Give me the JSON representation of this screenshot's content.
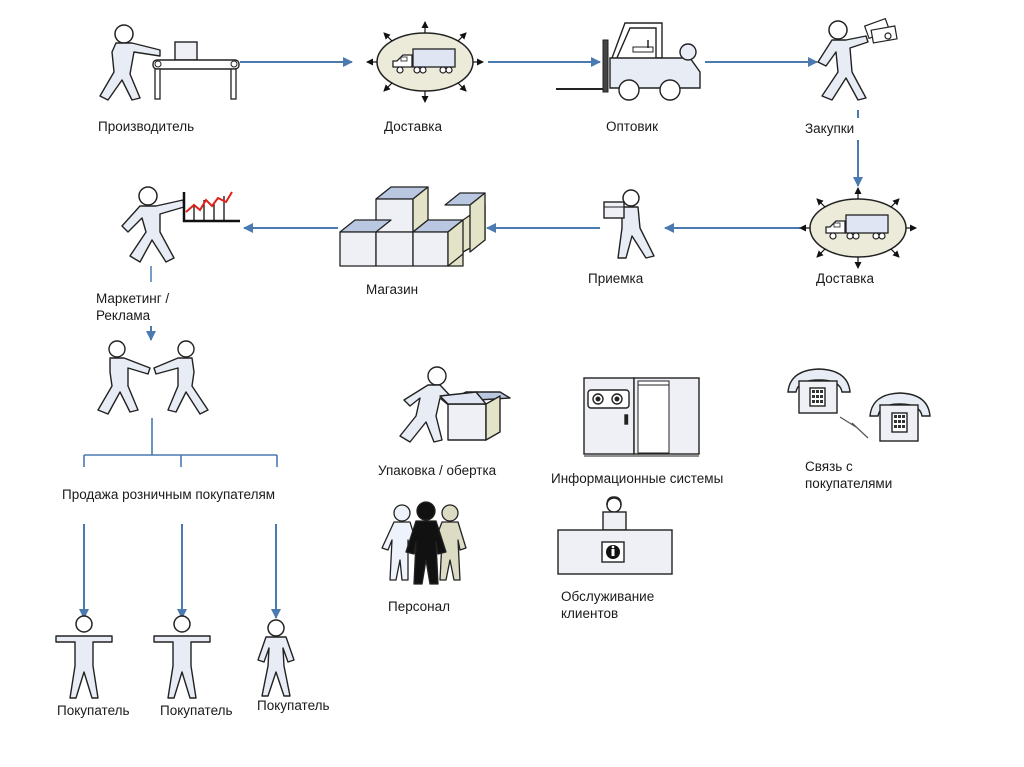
{
  "diagram": {
    "type": "process-flow",
    "colors": {
      "arrow": "#4a7ab0",
      "figure_fill": "#e8ecf5",
      "figure_stroke": "#2a2a2a",
      "ellipse_fill": "#ecebd9",
      "box_top": "#b9c7e0",
      "box_side": "#e3e3c8",
      "chart_line": "#e0201a"
    },
    "nodes": {
      "producer": {
        "label": "Производитель",
        "icon": "worker-conveyor-icon"
      },
      "delivery1": {
        "label": "Доставка",
        "icon": "truck-hub-icon"
      },
      "wholesaler": {
        "label": "Оптовик",
        "icon": "forklift-icon"
      },
      "purchasing": {
        "label": "Закупки",
        "icon": "person-money-icon"
      },
      "delivery2": {
        "label": "Доставка",
        "icon": "truck-hub-icon"
      },
      "receiving": {
        "label": "Приемка",
        "icon": "person-carrying-box-icon"
      },
      "store": {
        "label": "Магазин",
        "icon": "stacked-boxes-icon"
      },
      "marketing": {
        "line1": "Маркетинг /",
        "line2": "Реклама",
        "icon": "person-chart-icon"
      },
      "retail": {
        "label": "Продажа розничным покупателям",
        "icon": "handshake-people-icon"
      },
      "customers": [
        {
          "label": "Покупатель",
          "icon": "customer-icon"
        },
        {
          "label": "Покупатель",
          "icon": "customer-icon"
        },
        {
          "label": "Покупатель",
          "icon": "customer-icon"
        }
      ],
      "packaging": {
        "label": "Упаковка / обертка",
        "icon": "person-packing-box-icon"
      },
      "info_systems": {
        "label": "Информационные системы",
        "icon": "server-cabinet-icon"
      },
      "customer_comm": {
        "line1": "Связь с",
        "line2": "покупателями",
        "icon": "telephones-icon"
      },
      "staff": {
        "label": "Персонал",
        "icon": "staff-group-icon"
      },
      "customer_service": {
        "line1": "Обслуживание",
        "line2": "клиентов",
        "icon": "help-desk-icon"
      }
    },
    "edges": [
      {
        "from": "producer",
        "to": "delivery1"
      },
      {
        "from": "delivery1",
        "to": "wholesaler"
      },
      {
        "from": "wholesaler",
        "to": "purchasing"
      },
      {
        "from": "purchasing",
        "to": "delivery2"
      },
      {
        "from": "delivery2",
        "to": "receiving"
      },
      {
        "from": "receiving",
        "to": "store"
      },
      {
        "from": "store",
        "to": "marketing"
      },
      {
        "from": "marketing",
        "to": "retail"
      },
      {
        "from": "retail",
        "to": "customers.0"
      },
      {
        "from": "retail",
        "to": "customers.1"
      },
      {
        "from": "retail",
        "to": "customers.2"
      }
    ]
  }
}
